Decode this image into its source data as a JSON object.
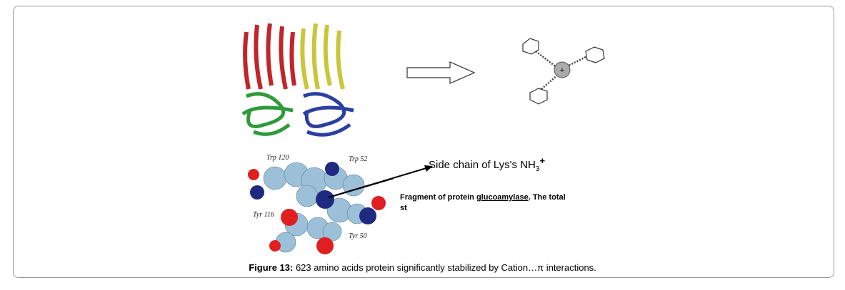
{
  "figure": {
    "residues": [
      "Trp 120",
      "Trp 52",
      "Tyr 116",
      "Tyr 50"
    ],
    "side_chain_label": "Side chain of Lys's NH",
    "side_chain_sub": "3",
    "side_chain_sup": "+",
    "fragment_text_before": "Fragment of protein ",
    "fragment_underlined": "glucoamylase",
    "fragment_text_after": ". The total",
    "fragment_line2": "st",
    "cation_symbol": "+",
    "colors": {
      "red": "#c0252a",
      "yellow": "#c9c63a",
      "green": "#2e9a3a",
      "blue": "#2b3fa0",
      "atom_light": "#9cc0d8",
      "atom_n": "#1e2a80",
      "atom_o": "#e02020"
    }
  },
  "caption": {
    "label": "Figure 13:",
    "text": " 623 amino acids protein significantly stabilized by Cation…π interactions."
  }
}
